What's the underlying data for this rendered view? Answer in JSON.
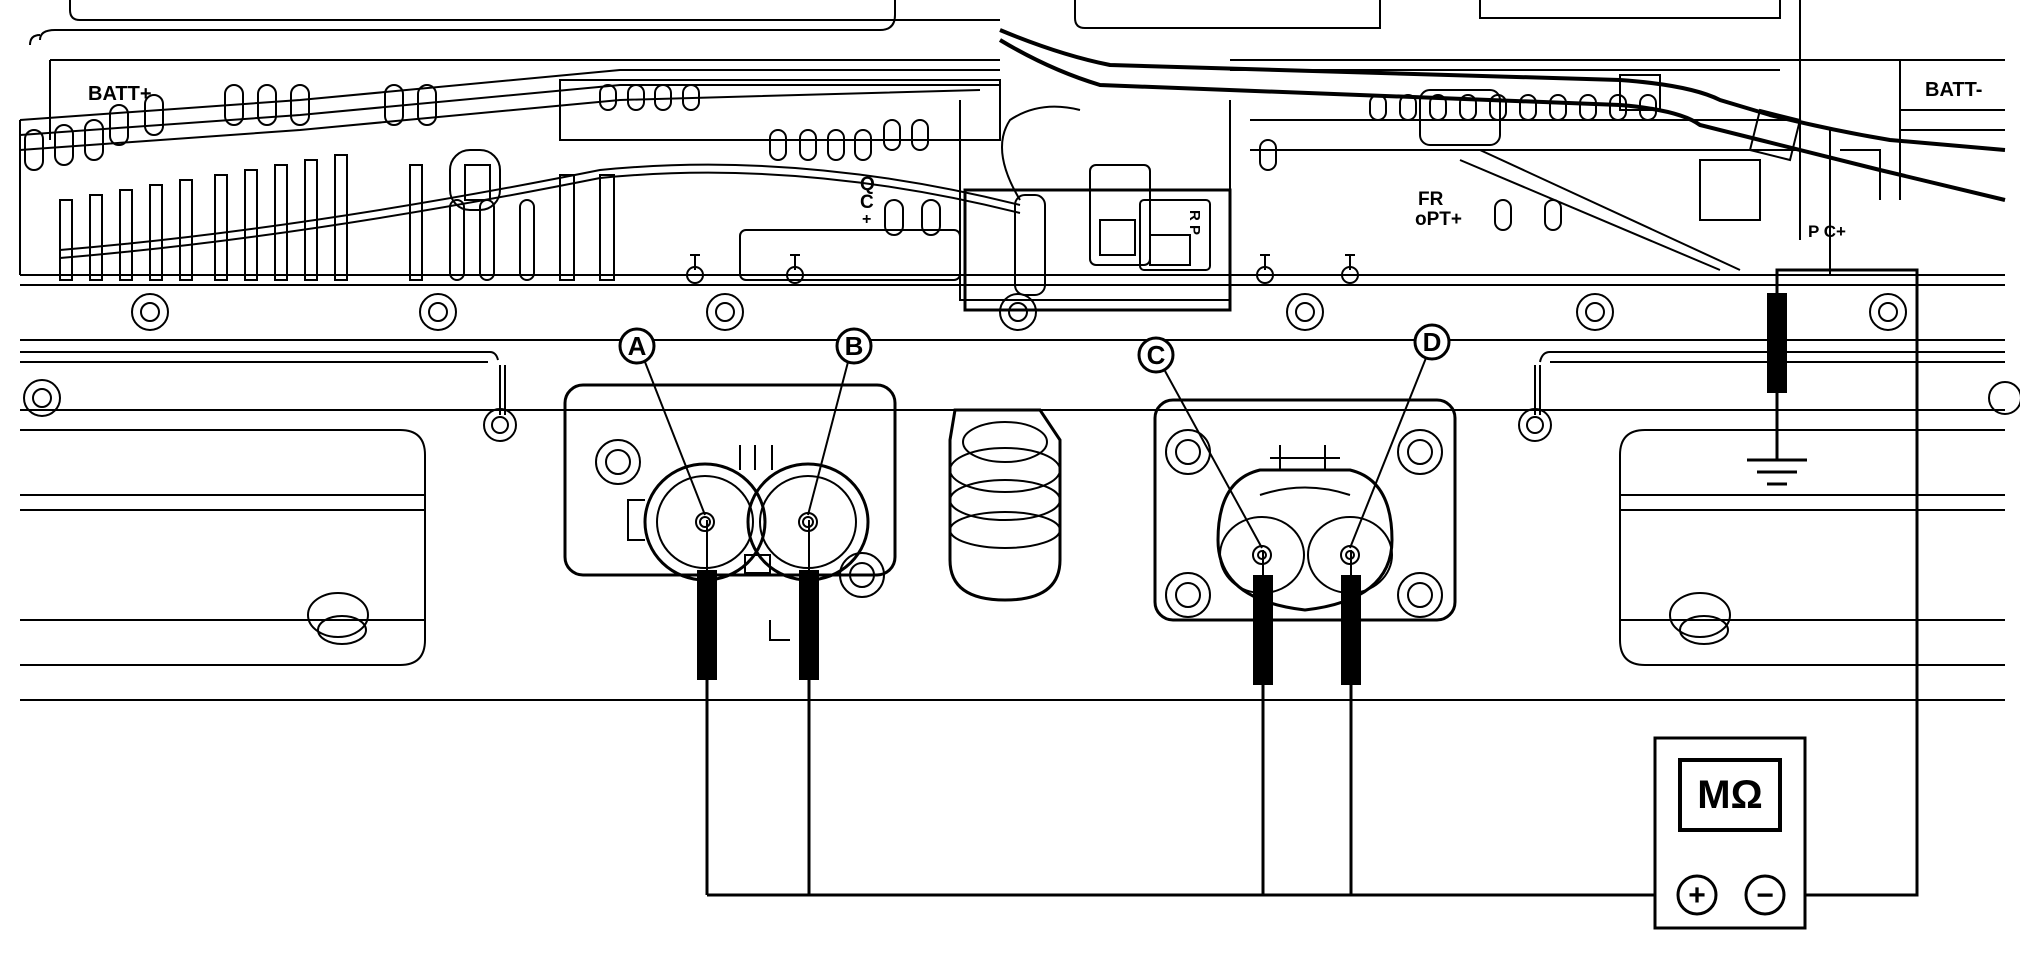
{
  "labels": {
    "batt_plus": "BATT+",
    "batt_minus": "BATT-",
    "qc_q": "Q",
    "qc_c": "C",
    "qc_plus": "+",
    "fr": "FR",
    "opt": "oPT+",
    "pc": "P C+",
    "rp": "R P"
  },
  "callouts": [
    "A",
    "B",
    "C",
    "D"
  ],
  "meter": {
    "display": "MΩ",
    "plus_symbol": "+",
    "minus_symbol": "−"
  },
  "colors": {
    "line": "#000000",
    "background": "#ffffff"
  }
}
